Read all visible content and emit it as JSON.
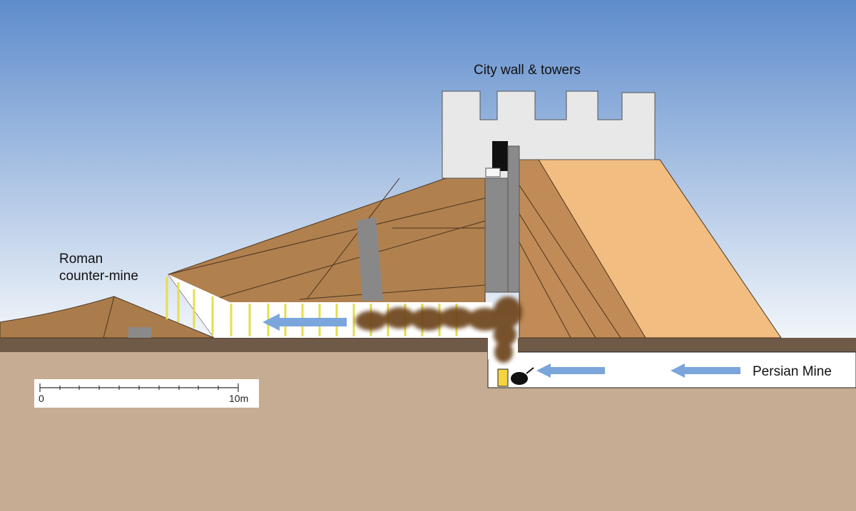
{
  "labels": {
    "city_wall": "City wall & towers",
    "roman_mine": "Roman\ncounter-mine",
    "persian_mine": "Persian Mine"
  },
  "scale_bar": {
    "start": "0",
    "end": "10m"
  },
  "colors": {
    "sky_top": "#5e8ccc",
    "sky_bottom": "#f2f6fa",
    "ground": "#c6ac92",
    "ramp": "#b0804e",
    "rampart": "#f2bd80",
    "wall": "#e8e8e8",
    "wall_core": "#8a8a8a",
    "tunnel": "#ffffff",
    "props": "#e8e06a",
    "arrow": "#7aa6dc",
    "smoke": "#6b3f16"
  }
}
